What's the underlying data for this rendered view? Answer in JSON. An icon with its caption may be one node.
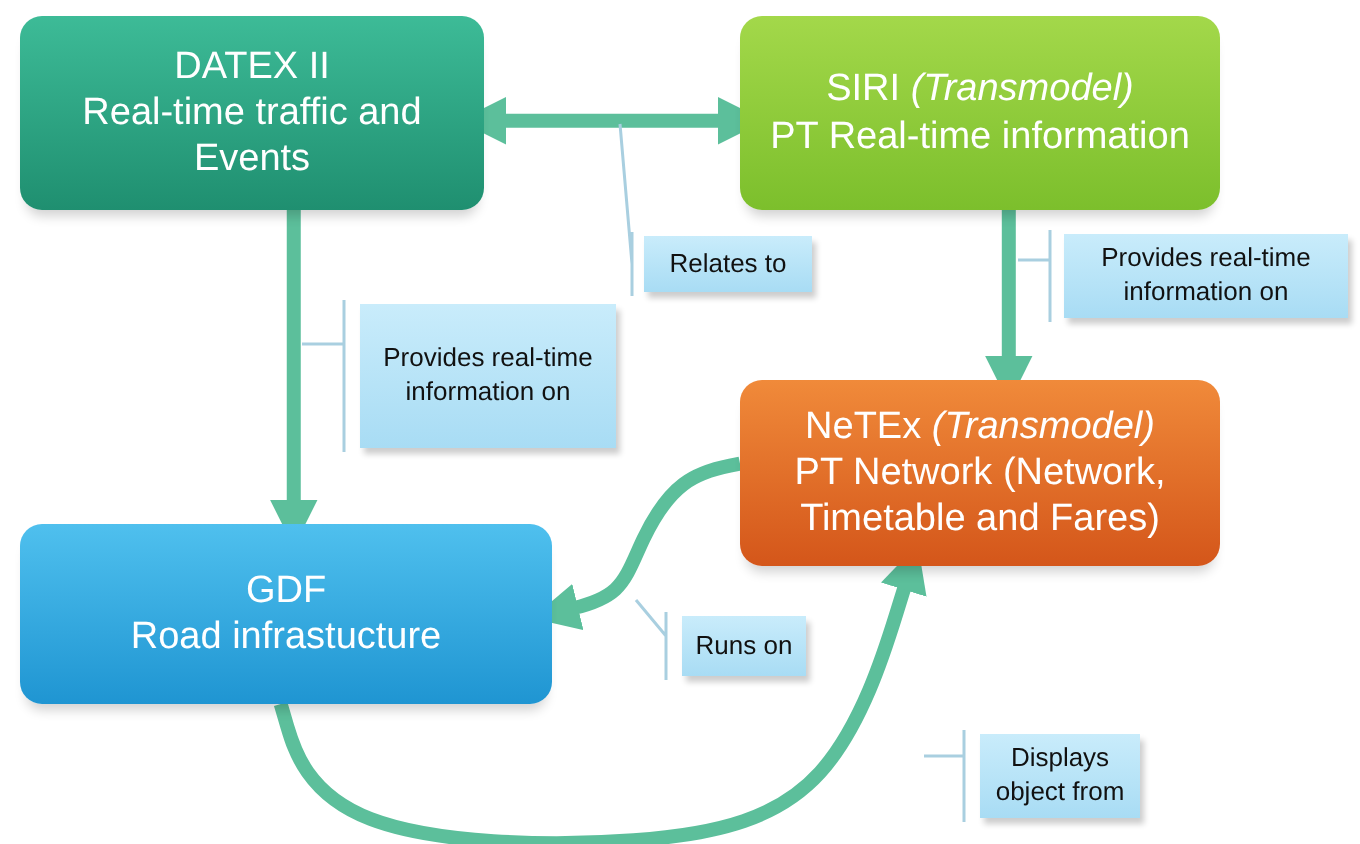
{
  "diagram": {
    "nodes": [
      {
        "text": [
          "DATEX II",
          "Real-time traffic and Events"
        ]
      },
      {
        "text": [
          "SIRI *(Transmodel)*",
          "PT Real-time information"
        ]
      },
      {
        "text": [
          "NeTEx *(Transmodel)*",
          "PT Network (Network, Timetable and Fares)"
        ]
      },
      {
        "text": [
          "GDF",
          "Road infrastucture"
        ]
      },
      {
        "text": [
          "Relates to"
        ]
      },
      {
        "text": [
          "Provides real-time information on"
        ]
      },
      {
        "text": [
          "Provides real-time information on"
        ]
      },
      {
        "text": [
          "Runs on"
        ]
      },
      {
        "text": [
          "Displays object from"
        ]
      }
    ],
    "edges": [
      {
        "from": 0,
        "to": 1,
        "arrow": "both",
        "style": "thick"
      },
      {
        "from": 1,
        "to": 2,
        "arrow": "to",
        "style": "thick"
      },
      {
        "from": 0,
        "to": 3,
        "arrow": "to",
        "style": "thick"
      },
      {
        "from": 2,
        "to": 3,
        "arrow": "to",
        "style": "thick"
      },
      {
        "from": 3,
        "to": 2,
        "arrow": "to",
        "style": "thick"
      },
      {
        "from": 4,
        "to": null,
        "arrow": "none",
        "color": "#a9cfe0"
      },
      {
        "from": 5,
        "to": null,
        "arrow": "none",
        "color": "#a9cfe0"
      },
      {
        "from": 6,
        "to": null,
        "arrow": "none",
        "color": "#a9cfe0"
      },
      {
        "from": 7,
        "to": null,
        "arrow": "none",
        "color": "#a9cfe0"
      },
      {
        "from": 8,
        "to": null,
        "arrow": "none",
        "color": "#a9cfe0"
      }
    ]
  }
}
